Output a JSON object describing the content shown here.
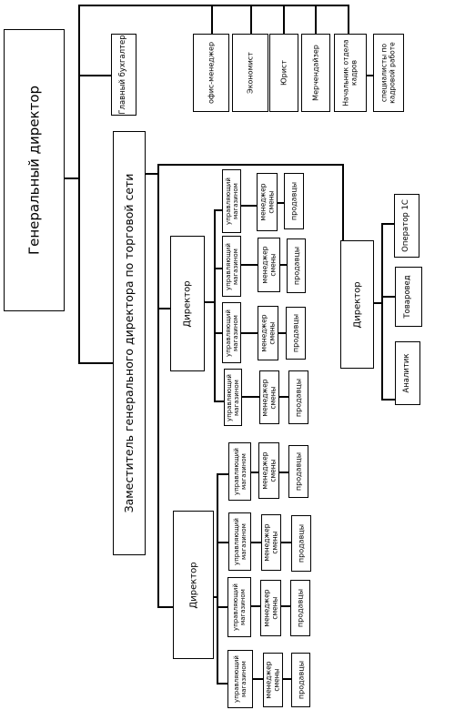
{
  "org_chart": {
    "ceo": "Генеральный директор",
    "chief_accountant": "Главный бухгалтер",
    "staff": [
      "офис-менеджер",
      "Экономист",
      "Юрист",
      "Мерчендайзер",
      "Начальник отдела кадров",
      "специалисты по кадровой работе"
    ],
    "deputy": "Заместитель генерального директора по торговой сети",
    "director_label": "Директор",
    "store_manager": "управляющий магазином",
    "shift_manager": "менеджер смены",
    "sales": "продавцы",
    "director3_subordinates": [
      "Оператор 1С",
      "Товаровед",
      "Аналитик"
    ]
  }
}
